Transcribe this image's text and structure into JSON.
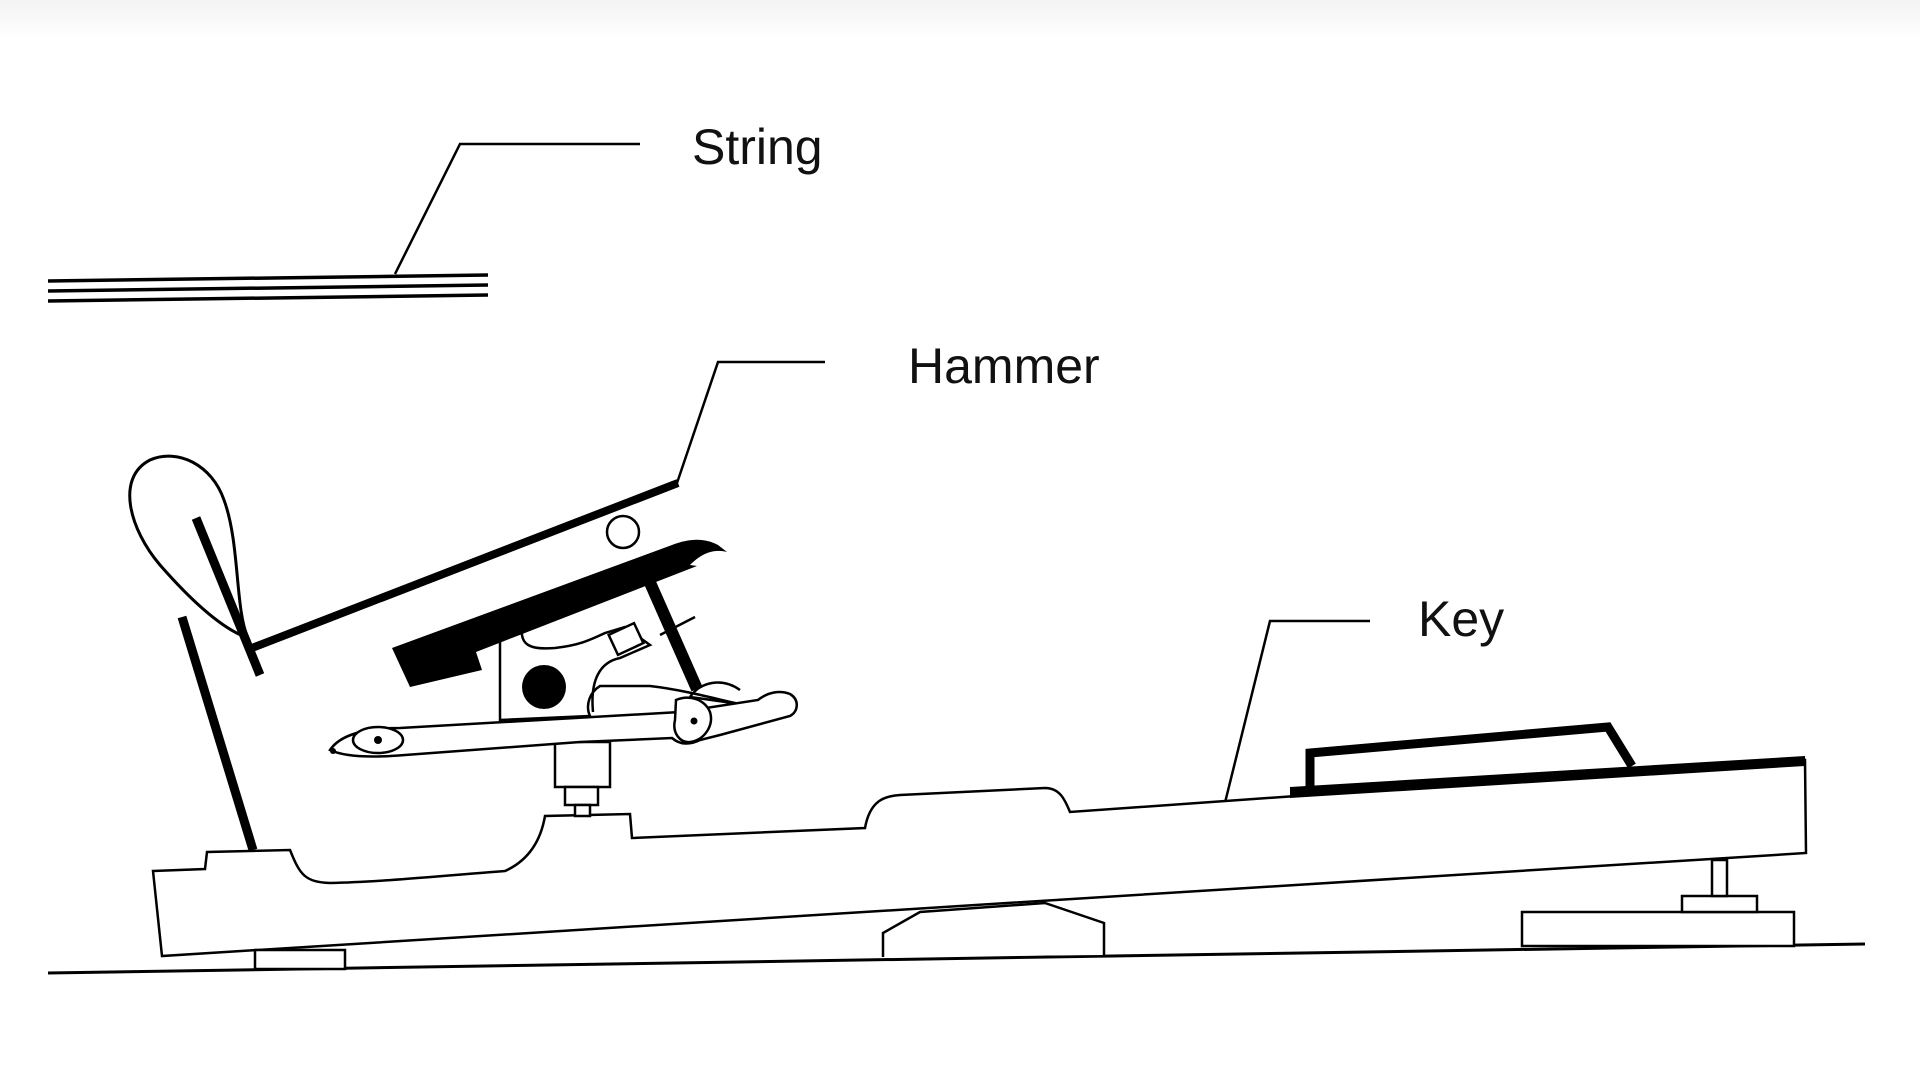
{
  "labels": {
    "string": "String",
    "hammer": "Hammer",
    "key": "Key"
  },
  "colors": {
    "ink": "#000000",
    "background": "#ffffff"
  }
}
